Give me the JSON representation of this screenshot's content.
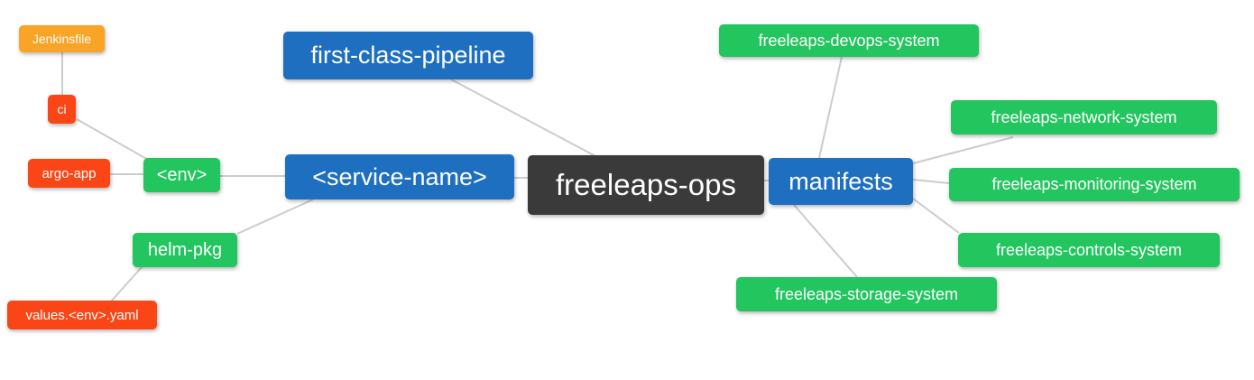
{
  "diagram": {
    "title": "freeleaps-ops repository mind map",
    "background_color": "#ffffff",
    "edge_color": "#cccccc",
    "text_color": "#ffffff",
    "colors": {
      "orange": "#f9a327",
      "red": "#fa4616",
      "green": "#22c55e",
      "blue": "#1e6fc0",
      "dark": "#3a3a3a"
    },
    "nodes": {
      "jenkinsfile": {
        "label": "Jenkinsfile",
        "color": "#f9a327"
      },
      "ci": {
        "label": "ci",
        "color": "#fa4616"
      },
      "argo_app": {
        "label": "argo-app",
        "color": "#fa4616"
      },
      "env": {
        "label": "<env>",
        "color": "#22c55e"
      },
      "helm_pkg": {
        "label": "helm-pkg",
        "color": "#22c55e"
      },
      "values_env_yaml": {
        "label": "values.<env>.yaml",
        "color": "#fa4616"
      },
      "first_class_pipeline": {
        "label": "first-class-pipeline",
        "color": "#1e6fc0"
      },
      "service_name": {
        "label": "<service-name>",
        "color": "#1e6fc0"
      },
      "freeleaps_ops": {
        "label": "freeleaps-ops",
        "color": "#3a3a3a"
      },
      "manifests": {
        "label": "manifests",
        "color": "#1e6fc0"
      },
      "devops_system": {
        "label": "freeleaps-devops-system",
        "color": "#22c55e"
      },
      "network_system": {
        "label": "freeleaps-network-system",
        "color": "#22c55e"
      },
      "monitoring_system": {
        "label": "freeleaps-monitoring-system",
        "color": "#22c55e"
      },
      "controls_system": {
        "label": "freeleaps-controls-system",
        "color": "#22c55e"
      },
      "storage_system": {
        "label": "freeleaps-storage-system",
        "color": "#22c55e"
      }
    },
    "edges": [
      {
        "from": "Jenkinsfile",
        "to": "ci"
      },
      {
        "from": "ci",
        "to": "<env>"
      },
      {
        "from": "argo-app",
        "to": "<env>"
      },
      {
        "from": "<env>",
        "to": "<service-name>"
      },
      {
        "from": "<service-name>",
        "to": "helm-pkg"
      },
      {
        "from": "helm-pkg",
        "to": "values.<env>.yaml"
      },
      {
        "from": "first-class-pipeline",
        "to": "freeleaps-ops"
      },
      {
        "from": "<service-name>",
        "to": "freeleaps-ops"
      },
      {
        "from": "freeleaps-ops",
        "to": "manifests"
      },
      {
        "from": "manifests",
        "to": "freeleaps-devops-system"
      },
      {
        "from": "manifests",
        "to": "freeleaps-network-system"
      },
      {
        "from": "manifests",
        "to": "freeleaps-monitoring-system"
      },
      {
        "from": "manifests",
        "to": "freeleaps-controls-system"
      },
      {
        "from": "manifests",
        "to": "freeleaps-storage-system"
      }
    ]
  }
}
